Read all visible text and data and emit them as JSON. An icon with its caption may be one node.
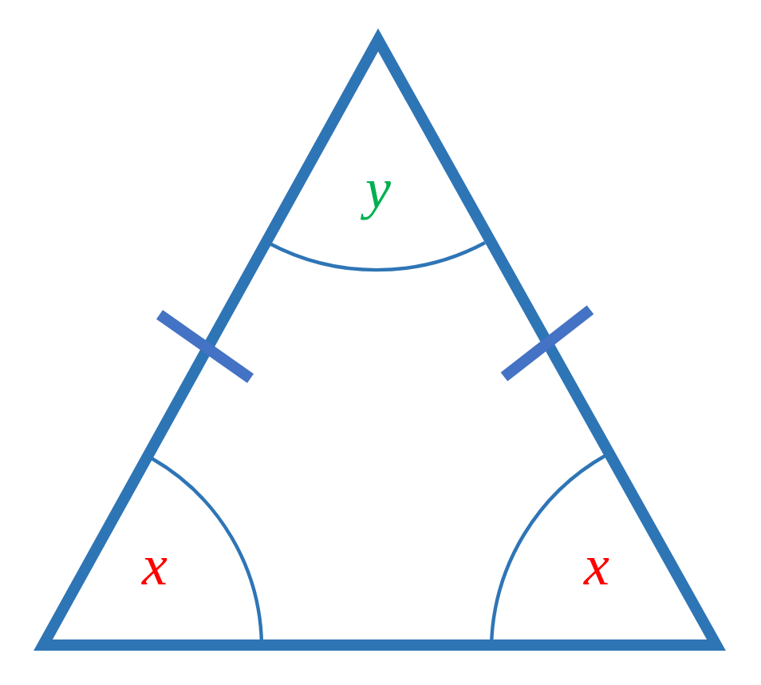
{
  "diagram": {
    "labels": [
      "y",
      "x",
      "x"
    ]
  }
}
